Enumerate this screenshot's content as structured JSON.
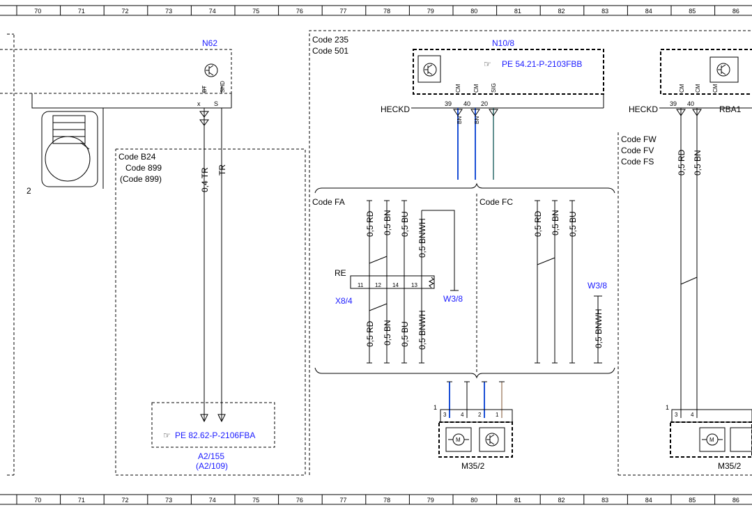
{
  "ruler": [
    "70",
    "71",
    "72",
    "73",
    "74",
    "75",
    "76",
    "77",
    "78",
    "79",
    "80",
    "81",
    "82",
    "83",
    "84",
    "85",
    "86"
  ],
  "colors": {
    "link": "#1a1aff",
    "wire_bu": "#1a4fd6",
    "wire_teal": "#2e6b6b",
    "wire_tan": "#a88b72"
  },
  "n62": {
    "id": "N62",
    "pin_bt": "BT",
    "pin_shd": "SHD",
    "x": "x",
    "s": "S",
    "part": "2"
  },
  "wires_left": {
    "w1": "0,4 TR",
    "w2": "TR"
  },
  "b24": {
    "code1": "Code B24",
    "code2": "Code 899",
    "code3": "(Code 899)"
  },
  "a2": {
    "ref": "PE 82.62-P-2106FBA",
    "id1": "A2/155",
    "id2": "(A2/109)"
  },
  "mid": {
    "code1": "Code 235",
    "code2": "Code 501",
    "n10": "N10/8",
    "ref": "PE 54.21-P-2103FBB",
    "heckd": "HECKD",
    "pins": [
      "39",
      "40",
      "20"
    ],
    "pin_labels": [
      "CM",
      "CM",
      "SIG"
    ],
    "wire_codes": [
      "BN",
      "BN"
    ]
  },
  "fa": {
    "label": "Code FA",
    "fc": "Code FC",
    "wires": [
      "0,5 RD",
      "0,5 BN",
      "0,5 BU",
      "0,5 BNWH"
    ],
    "re": "RE",
    "pins": [
      "11",
      "12",
      "14",
      "13"
    ],
    "x84": "X8/4",
    "w38": "W3/8"
  },
  "fc": {
    "wires": [
      "0,5 RD",
      "0,5 BN",
      "0,5 BU"
    ],
    "w38": "W3/8",
    "bnwh": "0,5 BNWH"
  },
  "m35": {
    "pins": [
      "3",
      "4",
      "2",
      "1"
    ],
    "part": "1",
    "id": "M35/2"
  },
  "right": {
    "heckd": "HECKD",
    "rba": "RBA1",
    "pins": [
      "39",
      "40"
    ],
    "pin_labels": [
      "CM",
      "CM",
      "CM"
    ],
    "codes": [
      "Code FW",
      "Code FV",
      "Code FS"
    ],
    "wires": [
      "0,5 RD",
      "0,5 BN"
    ],
    "m35_pins": [
      "3",
      "4"
    ],
    "m35_part": "1",
    "m35_id": "M35/2"
  }
}
